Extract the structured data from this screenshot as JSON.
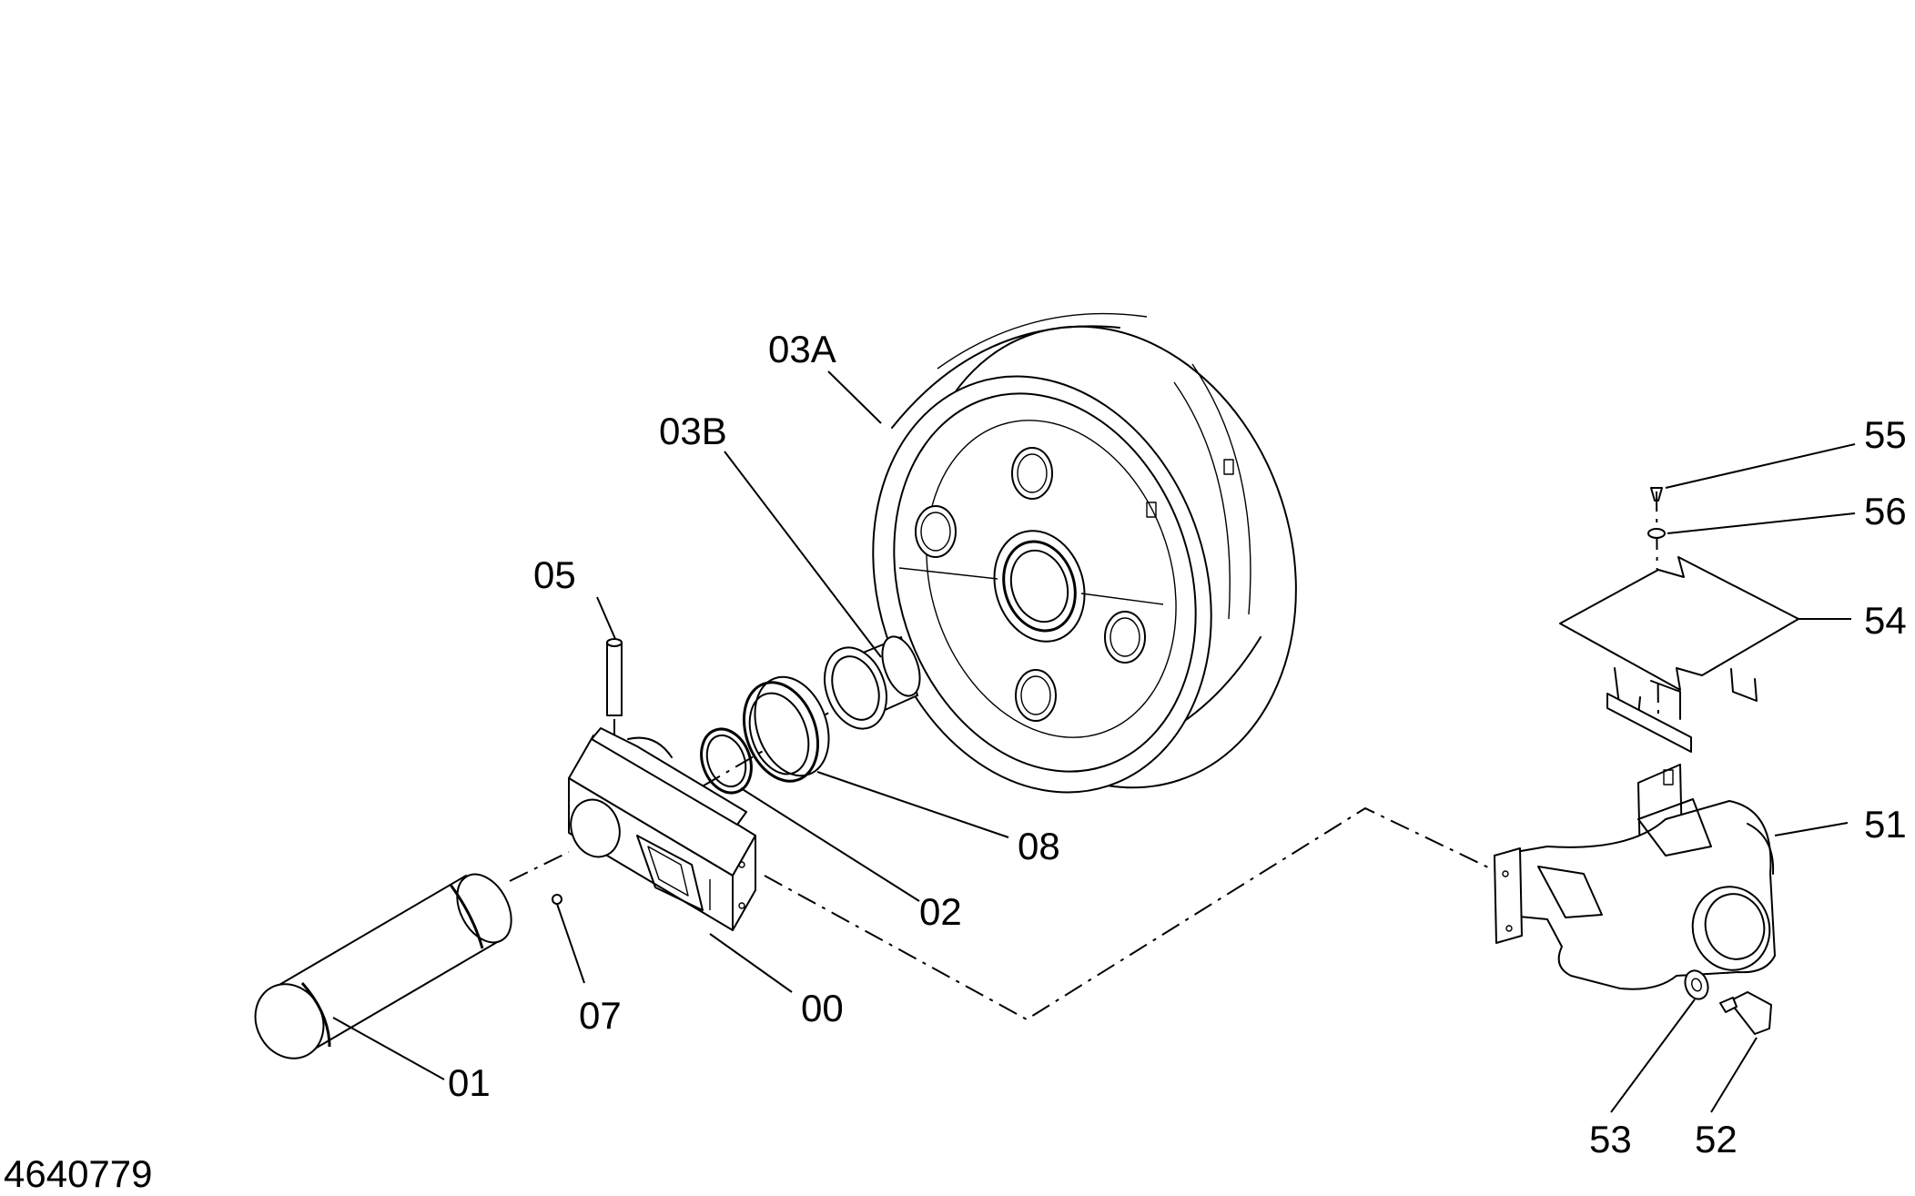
{
  "drawing_number": "4640779",
  "part_labels": {
    "p03A": "03A",
    "p03B": "03B",
    "p05": "05",
    "p08": "08",
    "p02": "02",
    "p07": "07",
    "p00": "00",
    "p01": "01",
    "p55": "55",
    "p56": "56",
    "p54": "54",
    "p51": "51",
    "p53": "53",
    "p52": "52"
  }
}
